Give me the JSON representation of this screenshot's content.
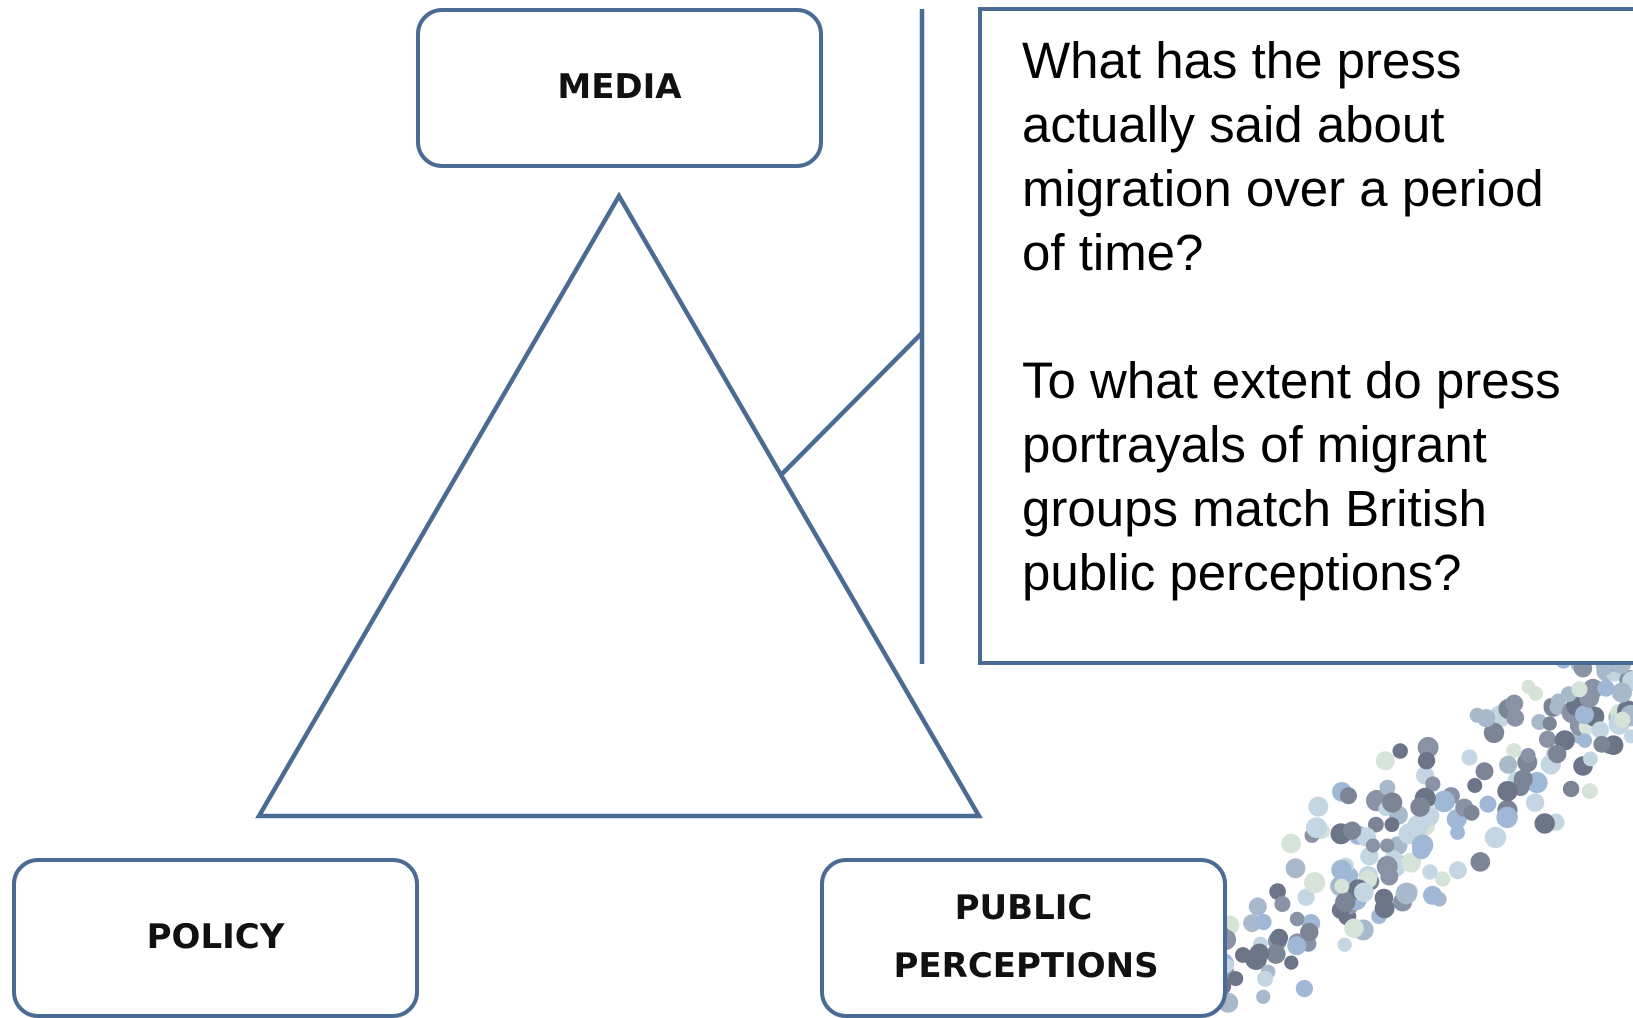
{
  "nodes": {
    "media": "MEDIA",
    "policy": "POLICY",
    "public_perceptions": "PUBLIC PERCEPTIONS"
  },
  "questions": [
    "What has the press actually said about migration over a period of time?",
    "To what extent do press portrayals of migrant groups match British public perceptions?"
  ],
  "colors": {
    "outline": "#4a6b94",
    "text": "#000000",
    "background": "#ffffff",
    "dot_palette": [
      "#6b7587",
      "#8a93a6",
      "#a9b9cc",
      "#c3d6e2",
      "#d6e3d9",
      "#9fb8d6",
      "#7c8596"
    ]
  },
  "decor": {
    "dot_pattern": "scattered-dots-decoration"
  }
}
